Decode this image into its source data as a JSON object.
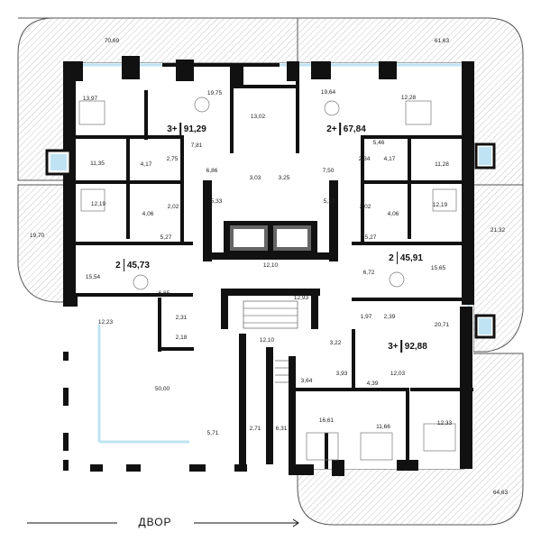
{
  "plan": {
    "courtyard_label": "ДВОР",
    "colors": {
      "wall": "#111111",
      "hatch": "#9a9a9a",
      "glass": "#bfe3f2",
      "line": "#444444"
    },
    "apartments": [
      {
        "id": "a",
        "rooms": "3+",
        "area": "91,29"
      },
      {
        "id": "b",
        "rooms": "2+",
        "area": "67,84"
      },
      {
        "id": "c",
        "rooms": "2",
        "area": "45,73"
      },
      {
        "id": "d",
        "rooms": "2",
        "area": "45,91"
      },
      {
        "id": "e",
        "rooms": "3+",
        "area": "92,88"
      }
    ],
    "rooms": [
      "70,69",
      "61,63",
      "13,97",
      "19,75",
      "13,02",
      "19,64",
      "12,28",
      "7,81",
      "5,46",
      "11,35",
      "4,17",
      "2,75",
      "6,86",
      "3,03",
      "3,25",
      "7,50",
      "2,34",
      "4,17",
      "11,28",
      "12,19",
      "4,06",
      "2,02",
      "5,33",
      "5,17",
      "2,02",
      "4,06",
      "12,19",
      "19,70",
      "5,27",
      "5,27",
      "21,32",
      "12,10",
      "6,72",
      "15,54",
      "6,65",
      "15,65",
      "12,93",
      "12,23",
      "2,31",
      "1,97",
      "2,39",
      "20,71",
      "2,18",
      "12,10",
      "3,22",
      "50,00",
      "3,64",
      "3,93",
      "4,39",
      "12,03",
      "16,61",
      "11,66",
      "12,33",
      "5,71",
      "2,71",
      "6,31",
      "64,63"
    ]
  }
}
